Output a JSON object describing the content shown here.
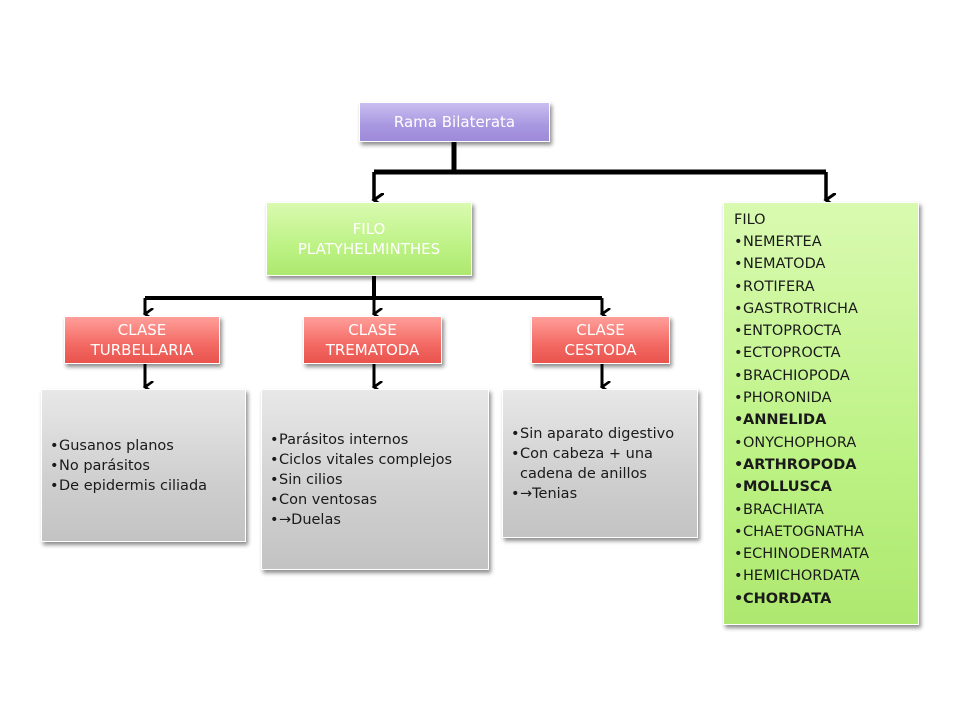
{
  "root": {
    "label": "Rama Bilaterata"
  },
  "phylum_platy": {
    "lines": [
      "FILO",
      "PLATYHELMINTHES"
    ]
  },
  "classes": [
    {
      "lines": [
        "CLASE",
        "TURBELLARIA"
      ]
    },
    {
      "lines": [
        "CLASE",
        "TREMATODA"
      ]
    },
    {
      "lines": [
        "CLASE",
        "CESTODA"
      ]
    }
  ],
  "class_details": [
    {
      "items": [
        "Gusanos planos",
        "No parásitos",
        "De epidermis ciliada"
      ]
    },
    {
      "items": [
        "Parásitos internos",
        "Ciclos vitales complejos",
        "Sin cilios",
        "Con ventosas",
        "→Duelas"
      ]
    },
    {
      "items": [
        "Sin aparato digestivo",
        "Con cabeza + una cadena de anillos",
        "→Tenias"
      ]
    }
  ],
  "other_phyla": {
    "title": "FILO",
    "items": [
      {
        "label": "NEMERTEA",
        "bold": false
      },
      {
        "label": "NEMATODA",
        "bold": false
      },
      {
        "label": "ROTIFERA",
        "bold": false
      },
      {
        "label": "GASTROTRICHA",
        "bold": false
      },
      {
        "label": "ENTOPROCTA",
        "bold": false
      },
      {
        "label": "ECTOPROCTA",
        "bold": false
      },
      {
        "label": "BRACHIOPODA",
        "bold": false
      },
      {
        "label": "PHORONIDA",
        "bold": false
      },
      {
        "label": "ANNELIDA",
        "bold": true
      },
      {
        "label": "ONYCHOPHORA",
        "bold": false
      },
      {
        "label": "ARTHROPODA",
        "bold": true
      },
      {
        "label": "MOLLUSCA",
        "bold": true
      },
      {
        "label": "BRACHIATA",
        "bold": false
      },
      {
        "label": "CHAETOGNATHA",
        "bold": false
      },
      {
        "label": "ECHINODERMATA",
        "bold": false
      },
      {
        "label": "HEMICHORDATA",
        "bold": false
      },
      {
        "label": "CHORDATA",
        "bold": true
      }
    ]
  },
  "colors": {
    "root": "#a897e0",
    "phylum": "#bdf285",
    "class": "#f36963",
    "detail": "#cfcfcf",
    "connector": "#000000"
  }
}
